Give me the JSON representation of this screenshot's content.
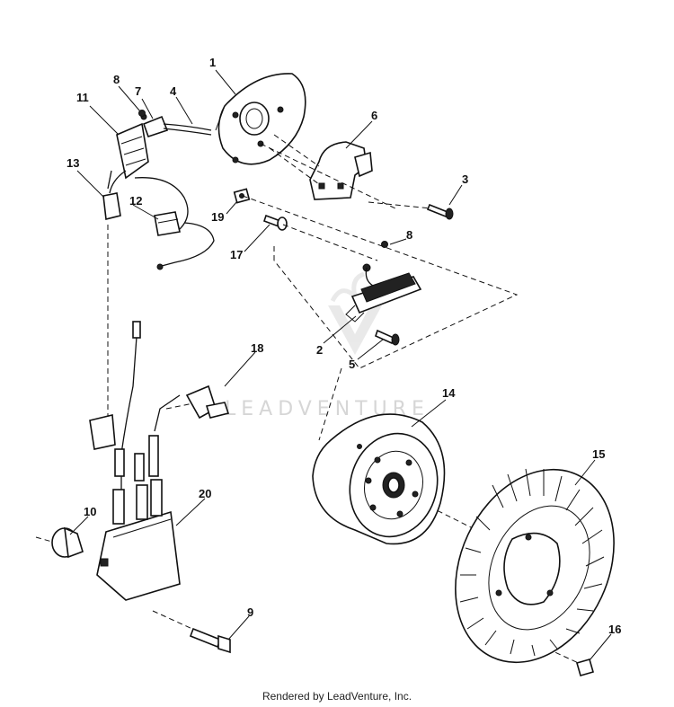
{
  "diagram": {
    "watermark": "LEADVENTURE",
    "footer": "Rendered by LeadVenture, Inc.",
    "parts": [
      {
        "id": "p1",
        "label": "1"
      },
      {
        "id": "p2",
        "label": "2"
      },
      {
        "id": "p3",
        "label": "3"
      },
      {
        "id": "p4",
        "label": "4"
      },
      {
        "id": "p5",
        "label": "5"
      },
      {
        "id": "p6",
        "label": "6"
      },
      {
        "id": "p7",
        "label": "7"
      },
      {
        "id": "p8a",
        "label": "8"
      },
      {
        "id": "p8b",
        "label": "8"
      },
      {
        "id": "p9",
        "label": "9"
      },
      {
        "id": "p10",
        "label": "10"
      },
      {
        "id": "p11",
        "label": "11"
      },
      {
        "id": "p12",
        "label": "12"
      },
      {
        "id": "p13",
        "label": "13"
      },
      {
        "id": "p14",
        "label": "14"
      },
      {
        "id": "p15",
        "label": "15"
      },
      {
        "id": "p16",
        "label": "16"
      },
      {
        "id": "p17",
        "label": "17"
      },
      {
        "id": "p18",
        "label": "18"
      },
      {
        "id": "p19",
        "label": "19"
      },
      {
        "id": "p20",
        "label": "20"
      }
    ]
  }
}
